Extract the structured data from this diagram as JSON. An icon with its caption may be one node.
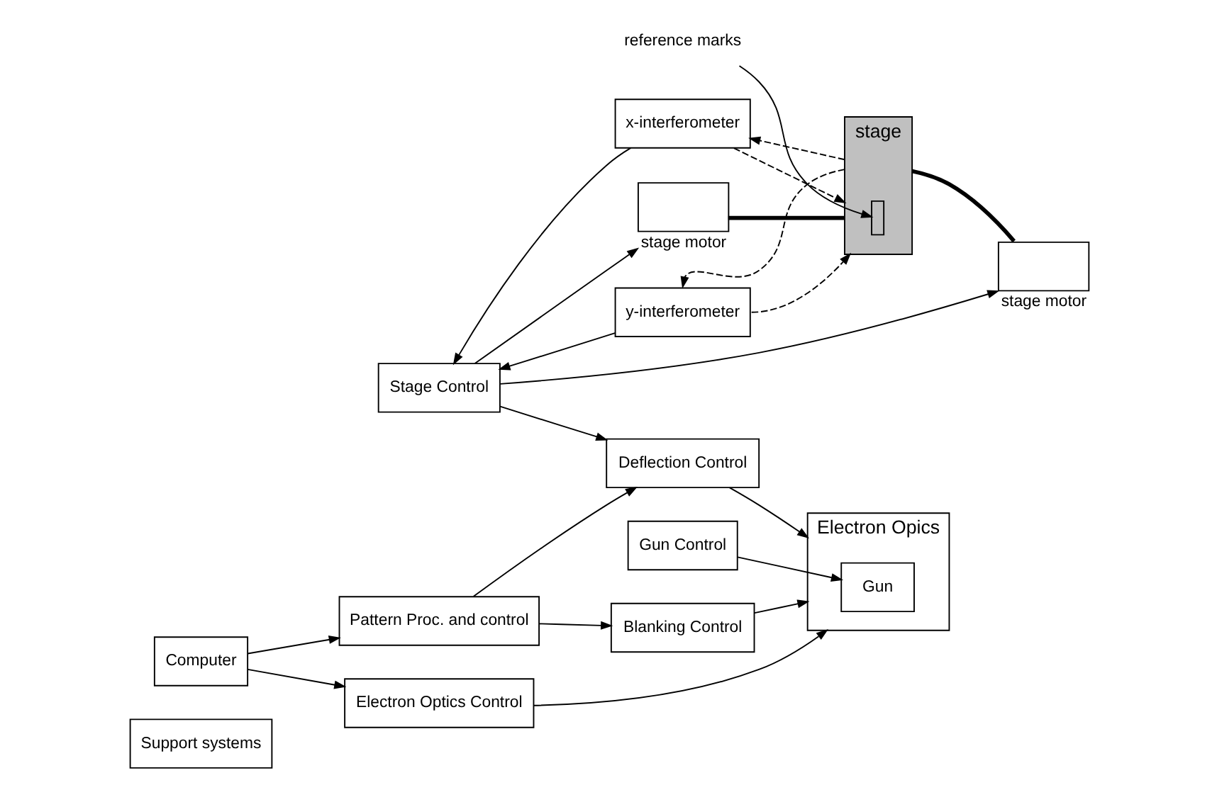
{
  "diagram": {
    "nodes": [
      {
        "text": [
          "Support systems"
        ]
      },
      {
        "text": [
          "Gun Control"
        ]
      },
      {
        "text": [
          "Electron Opics"
        ]
      },
      {
        "text": [
          "Gun"
        ],
        "in": 2
      },
      {
        "text": [
          "Pattern Proc. and control"
        ]
      },
      {
        "text": [
          "Blanking Control"
        ]
      },
      {
        "text": [
          "Deflection Control"
        ]
      },
      {
        "text": [
          "Electron Optics Control"
        ]
      },
      {
        "text": [
          "Computer"
        ]
      },
      {
        "text": [
          "reference marks"
        ]
      },
      {
        "text": [],
        "shape": "box",
        "beside": [
          "stage motor"
        ]
      },
      {
        "text": [
          "stage"
        ]
      },
      {
        "text": [],
        "shape": "bar",
        "in": 11
      },
      {
        "text": [
          "x-interferometer"
        ]
      },
      {
        "text": [
          "Stage Control"
        ]
      },
      {
        "text": [],
        "shape": "box",
        "beside": [
          "stage motor"
        ]
      },
      {
        "text": [
          "y-interferometer"
        ]
      }
    ],
    "edges": [
      {
        "from": 1,
        "to": 3,
        "arrow": "to"
      },
      {
        "from": 5,
        "to": 2,
        "arrow": "to"
      },
      {
        "from": 6,
        "to": 2,
        "arrow": "to"
      },
      {
        "from": 7,
        "to": 2,
        "arrow": "to"
      },
      {
        "from": 8,
        "to": 4,
        "arrow": "to"
      },
      {
        "from": 4,
        "to": 5,
        "arrow": "to"
      },
      {
        "from": 4,
        "to": 6,
        "arrow": "to"
      },
      {
        "from": 8,
        "to": 7,
        "arrow": "to"
      },
      {
        "from": 14,
        "to": 6,
        "arrow": "to"
      },
      {
        "from": 14,
        "to": 10,
        "arrow": "to"
      },
      {
        "from": 13,
        "to": 14,
        "arrow": "to"
      },
      {
        "from": 14,
        "to": 15,
        "arrow": "to"
      },
      {
        "from": 16,
        "to": 14,
        "arrow": "to"
      },
      {
        "from": 9,
        "to": 12,
        "arrow": "to"
      },
      {
        "from": 10,
        "to": 11,
        "arrow": "none",
        "style": "thick"
      },
      {
        "from": 11,
        "to": 15,
        "arrow": "none",
        "style": "thick"
      },
      {
        "from": 13,
        "to": 11,
        "arrow": "to",
        "style": "dashed"
      },
      {
        "from": 11,
        "to": 13,
        "arrow": "to",
        "style": "dashed"
      },
      {
        "from": 16,
        "to": 11,
        "arrow": "to",
        "style": "dashed"
      },
      {
        "from": 11,
        "to": 16,
        "arrow": "to",
        "style": "dashed"
      }
    ]
  }
}
